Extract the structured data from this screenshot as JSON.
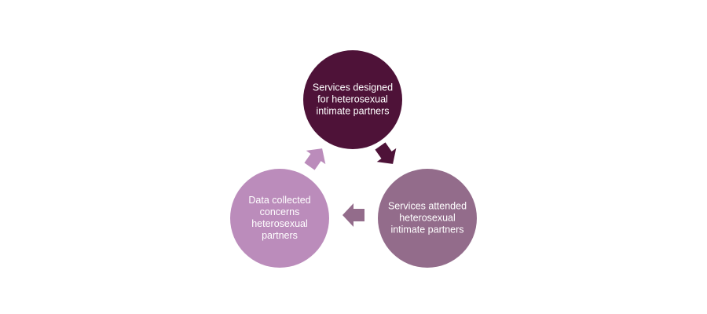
{
  "diagram": {
    "type": "cycle",
    "nodes": [
      {
        "id": "top",
        "label": "Services designed for heterosexual intimate partners",
        "color": "#4e1238"
      },
      {
        "id": "right",
        "label": "Services attended heterosexual intimate partners",
        "color": "#936c8b"
      },
      {
        "id": "left",
        "label": "Data collected concerns heterosexual partners",
        "color": "#bb8cbb"
      }
    ],
    "arrows": [
      {
        "from": "top",
        "to": "right",
        "color": "#4e1238"
      },
      {
        "from": "right",
        "to": "left",
        "color": "#936c8b"
      },
      {
        "from": "left",
        "to": "top",
        "color": "#bb8cbb"
      }
    ]
  }
}
